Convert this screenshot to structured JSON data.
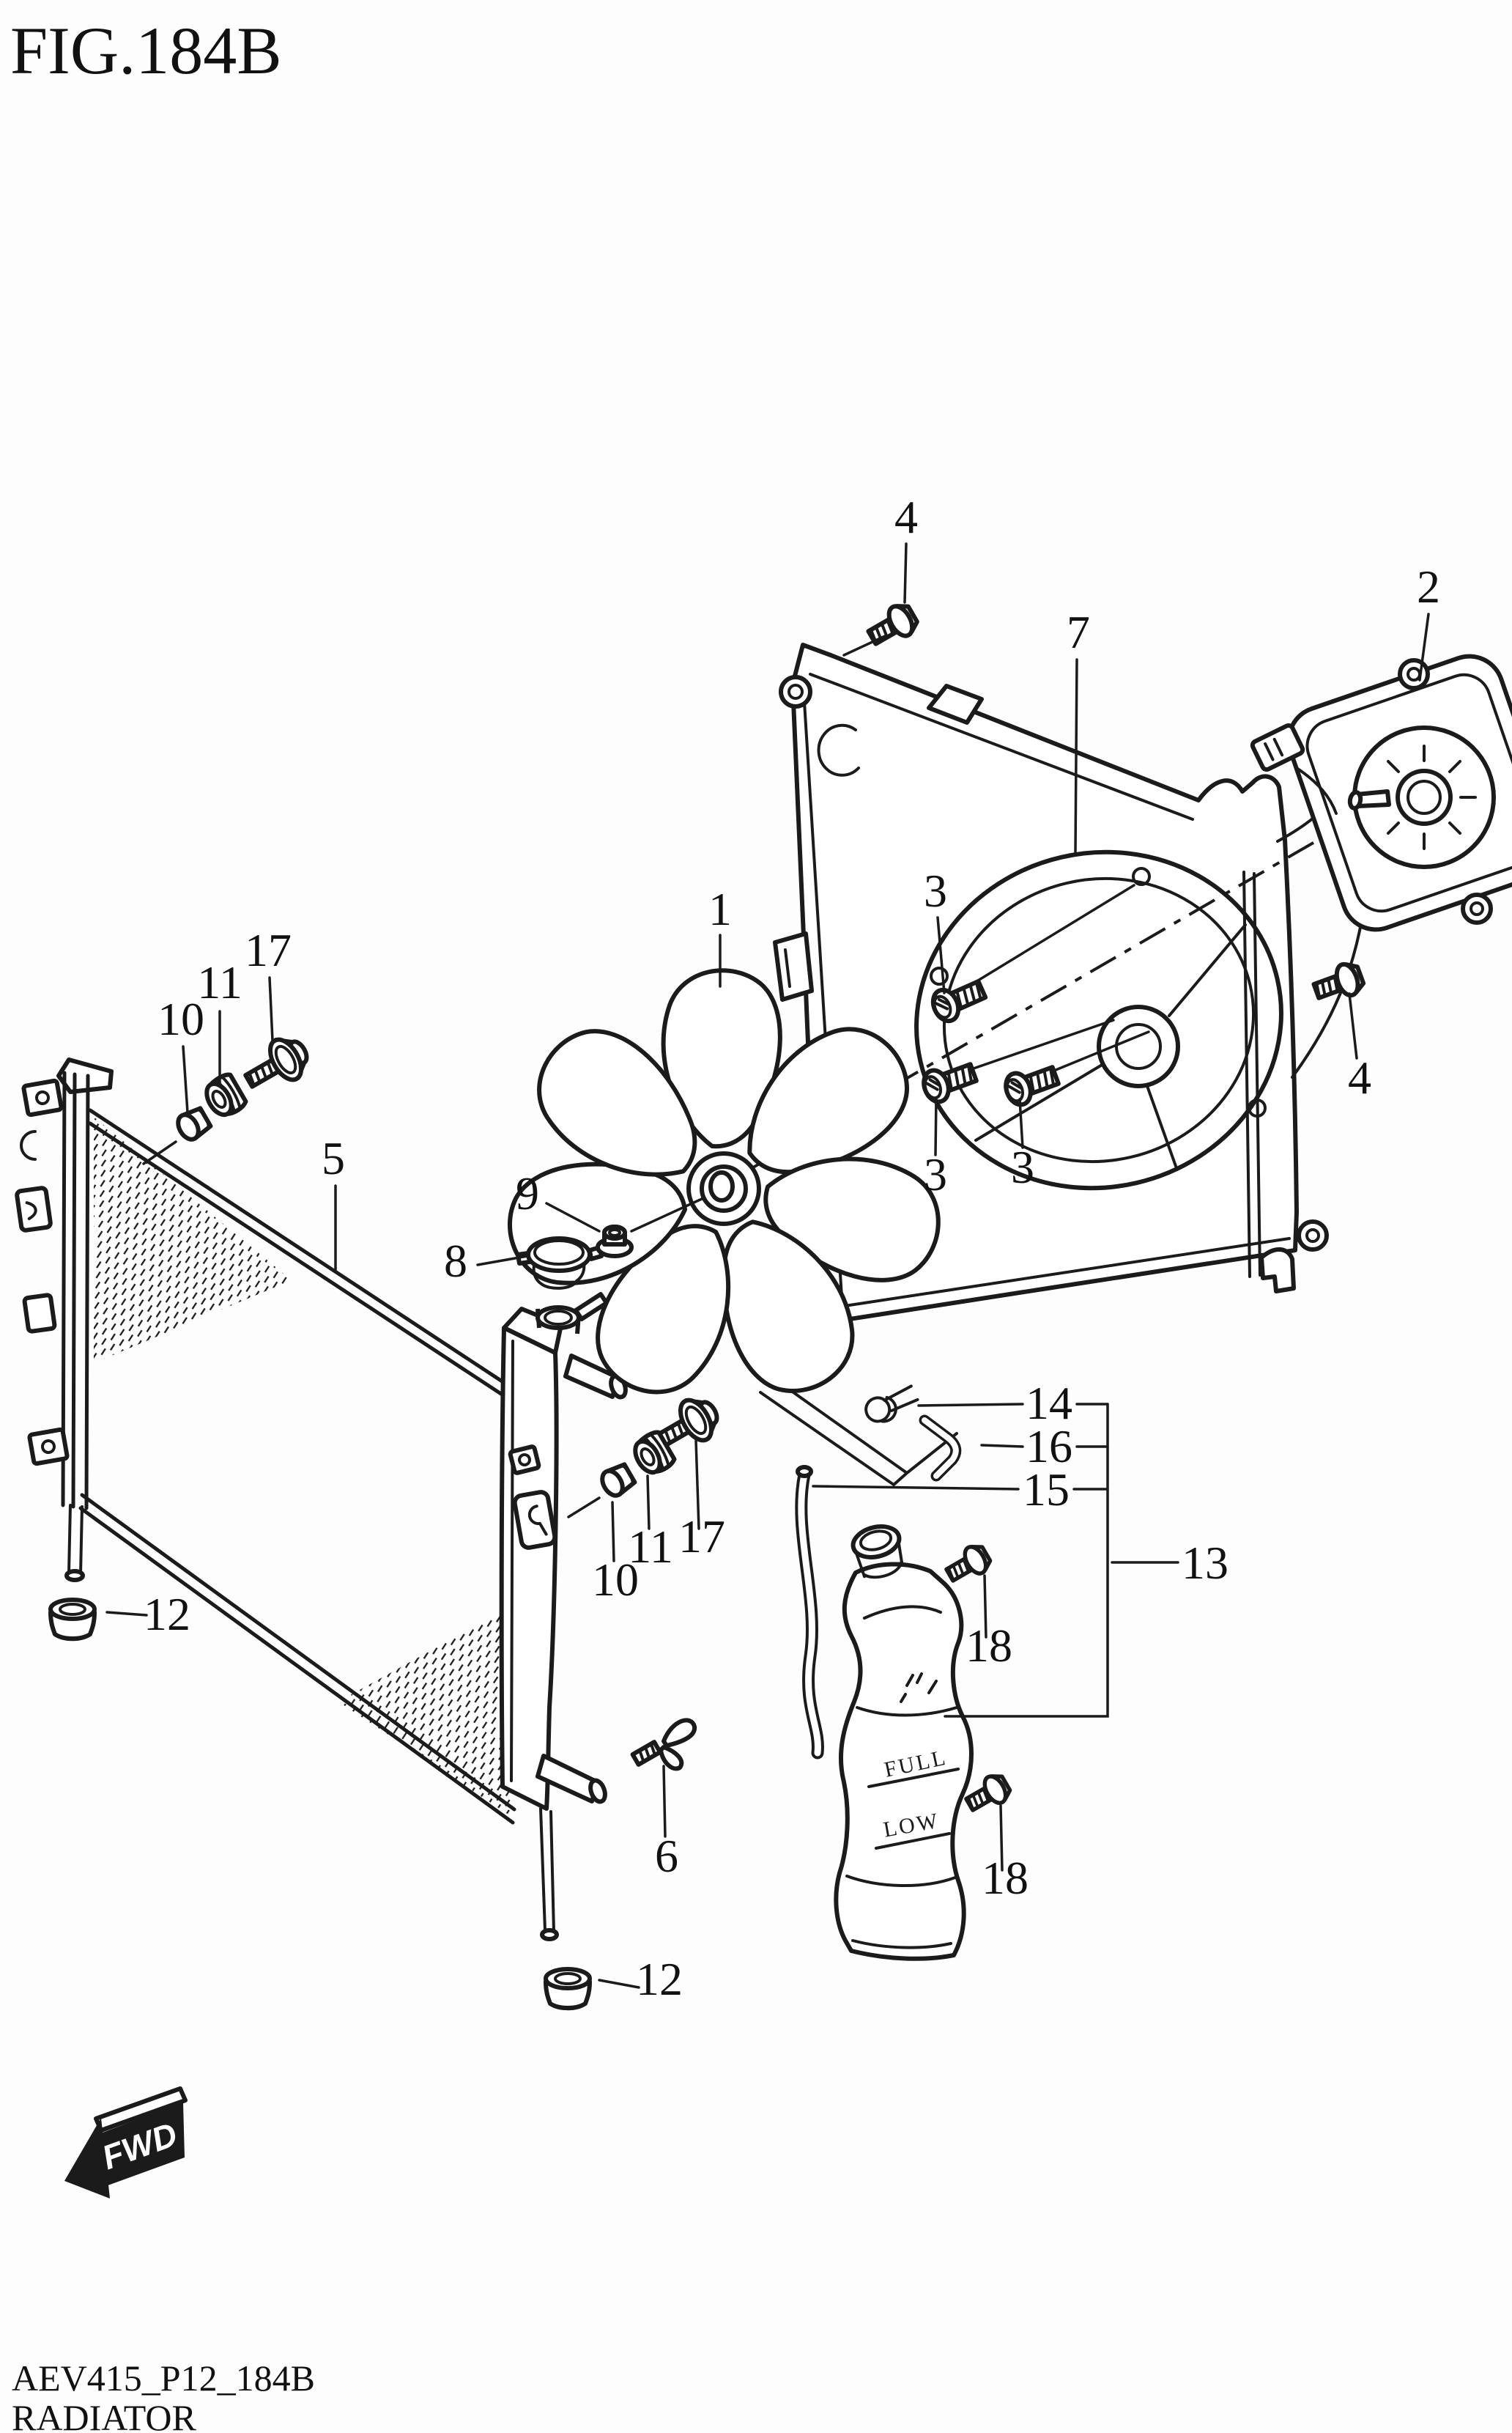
{
  "figure": {
    "title": "FIG.184B",
    "drawing_code": "AEV415_P12_184B",
    "part_name": "RADIATOR"
  },
  "fwd": {
    "label": "FWD"
  },
  "reservoir": {
    "full_mark": "FULL",
    "low_mark": "LOW"
  },
  "callouts": [
    "1",
    "2",
    "3",
    "3",
    "3",
    "4",
    "4",
    "5",
    "6",
    "7",
    "8",
    "9",
    "10",
    "10",
    "11",
    "11",
    "12",
    "12",
    "13",
    "14",
    "15",
    "16",
    "17",
    "17",
    "18",
    "18"
  ]
}
